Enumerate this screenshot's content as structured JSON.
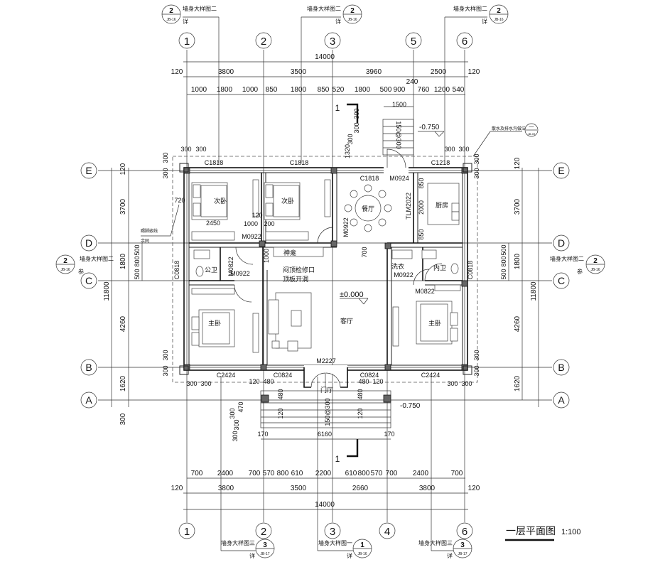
{
  "title": {
    "name": "一层平面图",
    "scale": "1:100"
  },
  "axes": {
    "top": [
      "1",
      "2",
      "3",
      "5",
      "6"
    ],
    "bottom": [
      "1",
      "2",
      "3",
      "4",
      "6"
    ],
    "left": [
      "E",
      "D",
      "C",
      "B",
      "A"
    ],
    "right": [
      "E",
      "D",
      "C",
      "B",
      "A"
    ]
  },
  "dims": {
    "top_overall": "14000",
    "top_axis": [
      "120",
      "3800",
      "3500",
      "3960",
      "2500",
      "120"
    ],
    "top_detail": [
      "1000",
      "1800",
      "1000",
      "850",
      "1800",
      "850",
      "520",
      "1800",
      "500",
      "900",
      "240",
      "760",
      "1200",
      "540"
    ],
    "bottom_detail": [
      "700",
      "2400",
      "700",
      "570",
      "800",
      "610",
      "2200",
      "610",
      "800",
      "570",
      "700",
      "2400",
      "700"
    ],
    "bottom_axis": [
      "120",
      "3800",
      "3500",
      "2660",
      "3800",
      "120"
    ],
    "bottom_overall": "14000",
    "left_overall": "11800",
    "left_axis": [
      "120",
      "3700",
      "1800",
      "4260",
      "1620",
      "300"
    ],
    "left_sub": [
      "500",
      "800",
      "500"
    ],
    "right_overall": "11800",
    "right_axis": [
      "120",
      "3700",
      "1800",
      "4260",
      "1620"
    ],
    "right_sub": [
      "500",
      "800",
      "500"
    ],
    "misc": [
      "300",
      "300",
      "300",
      "300",
      "300",
      "300",
      "300",
      "300",
      "720",
      "2450",
      "120",
      "1000",
      "200",
      "1000",
      "1500",
      "300",
      "300",
      "300",
      "1320",
      "150@300",
      "850",
      "2000",
      "850",
      "700",
      "300",
      "300",
      "300",
      "300",
      "300",
      "300",
      "300",
      "300",
      "120",
      "480",
      "480",
      "120",
      "480",
      "120",
      "480",
      "120",
      "300",
      "300",
      "470",
      "300",
      "150@300",
      "170",
      "6160",
      "170"
    ]
  },
  "rooms": [
    "次卧",
    "次卧",
    "餐厅",
    "厨房",
    "公卫",
    "神龛",
    "洗衣",
    "内卫",
    "客厅",
    "主卧",
    "主卧",
    "门厅"
  ],
  "openings": [
    "C1818",
    "C1818",
    "C1818",
    "M0924",
    "C1218",
    "TLM2022",
    "M0922",
    "M0922",
    "M0922",
    "M0922",
    "M0822",
    "M0822",
    "C0818",
    "C0818",
    "C2424",
    "C2424",
    "C0824",
    "C0824",
    "M2227"
  ],
  "notes": {
    "hatch_label": "闷顶检修口",
    "hole_label": "顶板开洞",
    "level_floor": "±0.000",
    "level_outside_top": "-0.750",
    "level_outside_bottom": "-0.750",
    "skirting_note_1": "踢脚嵌线",
    "skirting_note_2": "余同",
    "drain_note": "散水及排水沟做法",
    "section_mark": "1"
  },
  "callouts": {
    "top": [
      {
        "label": "墙身大样图二",
        "num": "2",
        "sheet": "JB-16",
        "ref": "详"
      },
      {
        "label": "墙身大样图二",
        "num": "2",
        "sheet": "JB-16",
        "ref": "详"
      },
      {
        "label": "墙身大样图二",
        "num": "2",
        "sheet": "JB-16",
        "ref": "详"
      }
    ],
    "bottom": [
      {
        "label": "墙身大样图三",
        "num": "3",
        "sheet": "JB-17",
        "ref": "详"
      },
      {
        "label": "墙身大样图一",
        "num": "1",
        "sheet": "JB-16",
        "ref": "详"
      },
      {
        "label": "墙身大样图三",
        "num": "3",
        "sheet": "JB-17",
        "ref": "详"
      }
    ],
    "left": {
      "label": "墙身大样图二",
      "num": "2",
      "sheet": "JB-16",
      "ref": "参"
    },
    "right": {
      "label": "墙身大样图二",
      "num": "2",
      "sheet": "JB-16",
      "ref": "参"
    },
    "drain": {
      "num": "—",
      "sheet": "JB-09"
    }
  }
}
